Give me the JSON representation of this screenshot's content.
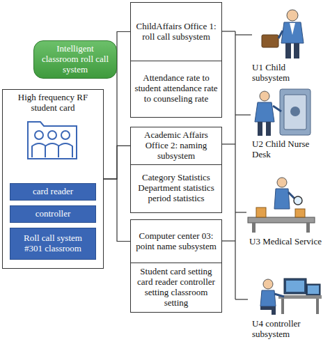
{
  "diagram": {
    "nodes": [
      {
        "text": [
          "Intelligent classroom roll call system"
        ]
      },
      {
        "text": [
          "High frequency RF student card"
        ]
      },
      {
        "text": [
          "card reader"
        ],
        "in": 1
      },
      {
        "text": [
          "controller"
        ],
        "in": 1
      },
      {
        "text": [
          "Roll call system #301 classroom"
        ],
        "in": 1
      },
      {
        "text": [
          "ChildAffairs Office 1: roll call subsystem"
        ]
      },
      {
        "text": [
          "Attendance rate to student attendance rate to counseling rate"
        ]
      },
      {
        "text": [
          "Academic Affairs Office 2: naming subsystem"
        ]
      },
      {
        "text": [
          "Category Statistics Department statistics period statistics"
        ]
      },
      {
        "text": [
          "Computer center 03: point name subsystem"
        ]
      },
      {
        "text": [
          "Student card setting card reader controller setting classroom setting"
        ]
      }
    ],
    "edges": [
      {
        "from": 1,
        "to": 5,
        "arrow": "none"
      },
      {
        "from": 1,
        "to": 7,
        "arrow": "none"
      },
      {
        "from": 1,
        "to": 9,
        "arrow": "none"
      }
    ],
    "labels": [
      "U1 Child subsystem",
      "U2 Child Nurse Desk",
      "U3 Medical Service",
      "U4 controller subsystem"
    ]
  }
}
